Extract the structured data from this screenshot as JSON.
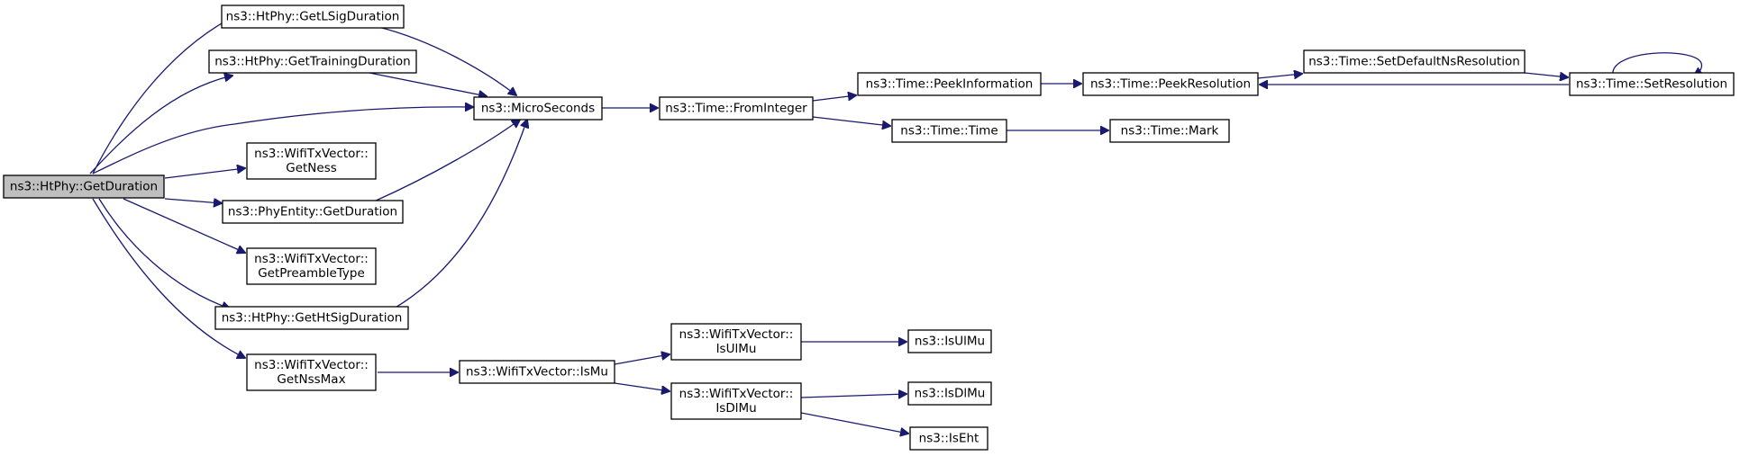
{
  "diagram": {
    "nodes": [
      {
        "id": "getduration",
        "lines": [
          "ns3::HtPhy::GetDuration"
        ],
        "root": true
      },
      {
        "id": "getlsig",
        "lines": [
          "ns3::HtPhy::GetLSigDuration"
        ]
      },
      {
        "id": "gettraining",
        "lines": [
          "ns3::HtPhy::GetTrainingDuration"
        ]
      },
      {
        "id": "microseconds",
        "lines": [
          "ns3::MicroSeconds"
        ]
      },
      {
        "id": "getness",
        "lines": [
          "ns3::WifiTxVector::",
          "GetNess"
        ]
      },
      {
        "id": "phyentity",
        "lines": [
          "ns3::PhyEntity::GetDuration"
        ]
      },
      {
        "id": "getpreamble",
        "lines": [
          "ns3::WifiTxVector::",
          "GetPreambleType"
        ]
      },
      {
        "id": "gethtsig",
        "lines": [
          "ns3::HtPhy::GetHtSigDuration"
        ]
      },
      {
        "id": "getnssmax",
        "lines": [
          "ns3::WifiTxVector::",
          "GetNssMax"
        ]
      },
      {
        "id": "frominteger",
        "lines": [
          "ns3::Time::FromInteger"
        ]
      },
      {
        "id": "peekinfo",
        "lines": [
          "ns3::Time::PeekInformation"
        ]
      },
      {
        "id": "peekres",
        "lines": [
          "ns3::Time::PeekResolution"
        ]
      },
      {
        "id": "setdefault",
        "lines": [
          "ns3::Time::SetDefaultNsResolution"
        ]
      },
      {
        "id": "setres",
        "lines": [
          "ns3::Time::SetResolution"
        ]
      },
      {
        "id": "timetime",
        "lines": [
          "ns3::Time::Time"
        ]
      },
      {
        "id": "mark",
        "lines": [
          "ns3::Time::Mark"
        ]
      },
      {
        "id": "ismu",
        "lines": [
          "ns3::WifiTxVector::IsMu"
        ]
      },
      {
        "id": "isulmu_v",
        "lines": [
          "ns3::WifiTxVector::",
          "IsUlMu"
        ]
      },
      {
        "id": "isdlmu_v",
        "lines": [
          "ns3::WifiTxVector::",
          "IsDlMu"
        ]
      },
      {
        "id": "isulmu",
        "lines": [
          "ns3::IsUlMu"
        ]
      },
      {
        "id": "isdlmu",
        "lines": [
          "ns3::IsDlMu"
        ]
      },
      {
        "id": "iseht",
        "lines": [
          "ns3::IsEht"
        ]
      }
    ],
    "edges": [
      {
        "from": "getduration",
        "to": "getlsig"
      },
      {
        "from": "getduration",
        "to": "gettraining"
      },
      {
        "from": "getduration",
        "to": "microseconds"
      },
      {
        "from": "getduration",
        "to": "getness"
      },
      {
        "from": "getduration",
        "to": "phyentity"
      },
      {
        "from": "getduration",
        "to": "getpreamble"
      },
      {
        "from": "getduration",
        "to": "gethtsig"
      },
      {
        "from": "getduration",
        "to": "getnssmax"
      },
      {
        "from": "getlsig",
        "to": "microseconds"
      },
      {
        "from": "gettraining",
        "to": "microseconds"
      },
      {
        "from": "phyentity",
        "to": "microseconds"
      },
      {
        "from": "gethtsig",
        "to": "microseconds"
      },
      {
        "from": "microseconds",
        "to": "frominteger"
      },
      {
        "from": "frominteger",
        "to": "peekinfo"
      },
      {
        "from": "frominteger",
        "to": "timetime"
      },
      {
        "from": "peekinfo",
        "to": "peekres"
      },
      {
        "from": "peekres",
        "to": "setdefault"
      },
      {
        "from": "setdefault",
        "to": "setres"
      },
      {
        "from": "setres",
        "to": "peekres"
      },
      {
        "from": "setres",
        "to": "setres"
      },
      {
        "from": "timetime",
        "to": "mark"
      },
      {
        "from": "getnssmax",
        "to": "ismu"
      },
      {
        "from": "ismu",
        "to": "isulmu_v"
      },
      {
        "from": "ismu",
        "to": "isdlmu_v"
      },
      {
        "from": "isulmu_v",
        "to": "isulmu"
      },
      {
        "from": "isdlmu_v",
        "to": "isdlmu"
      },
      {
        "from": "isdlmu_v",
        "to": "iseht"
      }
    ],
    "colors": {
      "edge": "#191970",
      "root_fill": "#bfbfbf",
      "node_fill": "#ffffff",
      "border": "#000000"
    }
  }
}
